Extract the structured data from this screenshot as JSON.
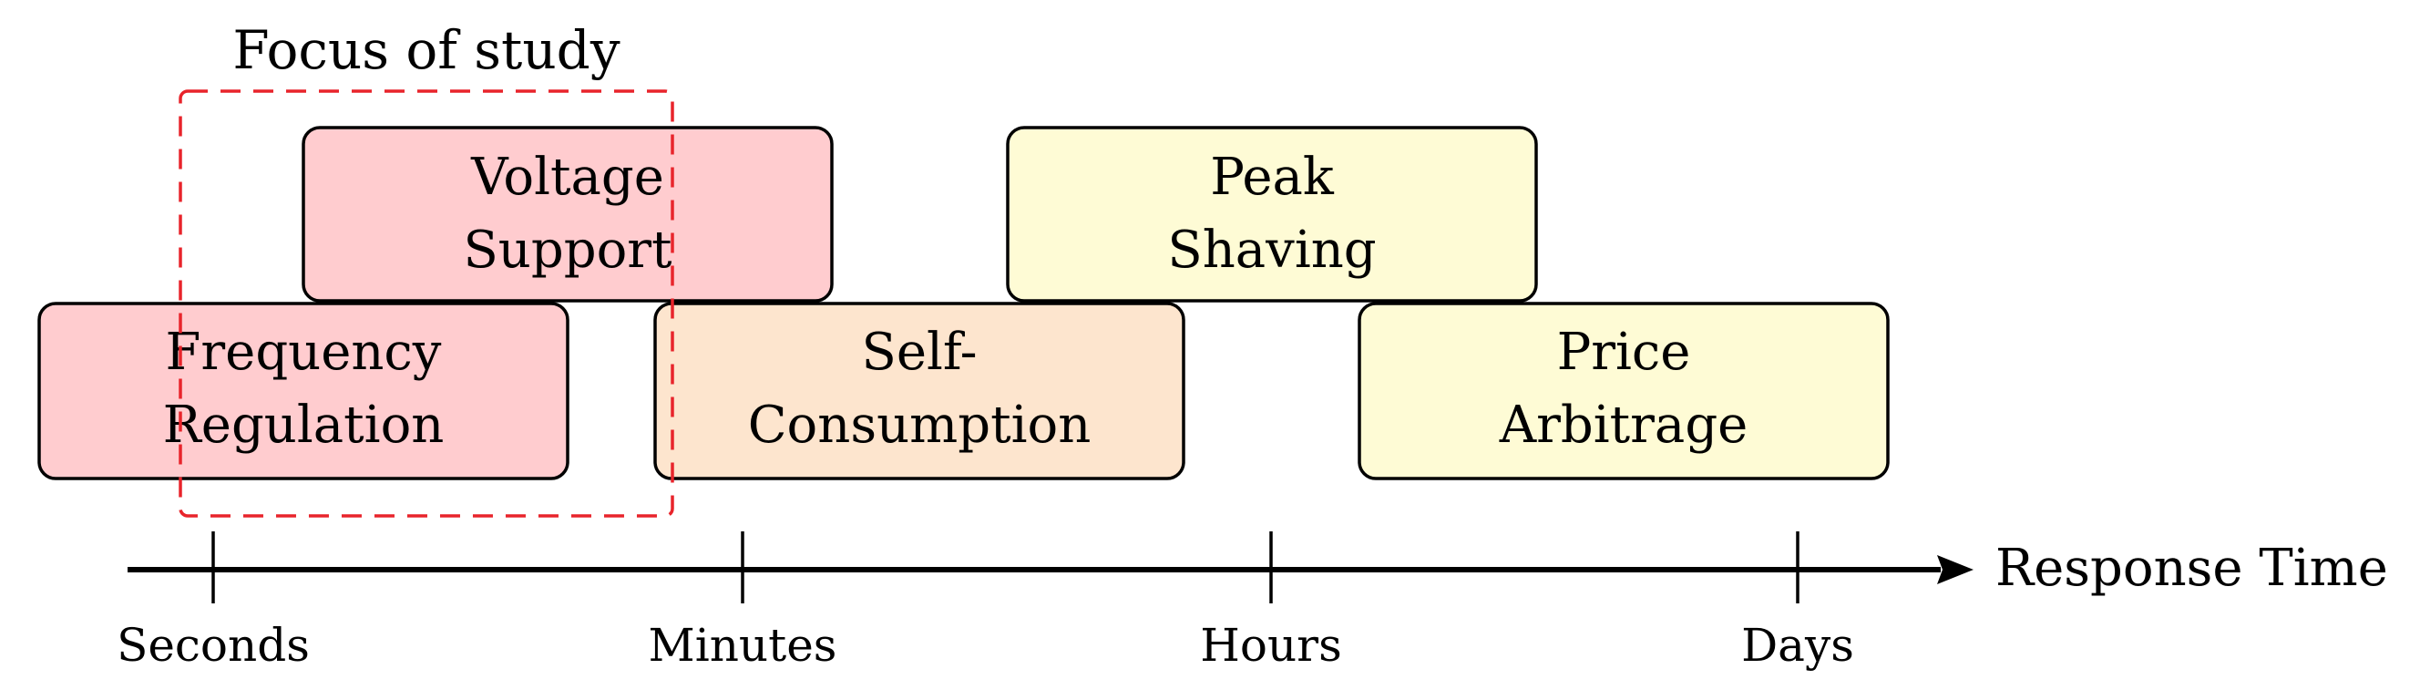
{
  "focus": {
    "label": "Focus of study",
    "color": "#e8242b"
  },
  "boxes": [
    {
      "id": "voltage-support",
      "lines": [
        "Voltage",
        "Support"
      ],
      "fill": "#ffcccf",
      "stroke": "#000000"
    },
    {
      "id": "frequency-regulation",
      "lines": [
        "Frequency",
        "Regulation"
      ],
      "fill": "#ffcccf",
      "stroke": "#000000"
    },
    {
      "id": "self-consumption",
      "lines": [
        "Self-",
        "Consumption"
      ],
      "fill": "#fde5ce",
      "stroke": "#000000"
    },
    {
      "id": "peak-shaving",
      "lines": [
        "Peak",
        "Shaving"
      ],
      "fill": "#fefbd5",
      "stroke": "#000000"
    },
    {
      "id": "price-arbitrage",
      "lines": [
        "Price",
        "Arbitrage"
      ],
      "fill": "#fefbd5",
      "stroke": "#000000"
    }
  ],
  "axis": {
    "label": "Response Time",
    "ticks": [
      "Seconds",
      "Minutes",
      "Hours",
      "Days"
    ]
  }
}
